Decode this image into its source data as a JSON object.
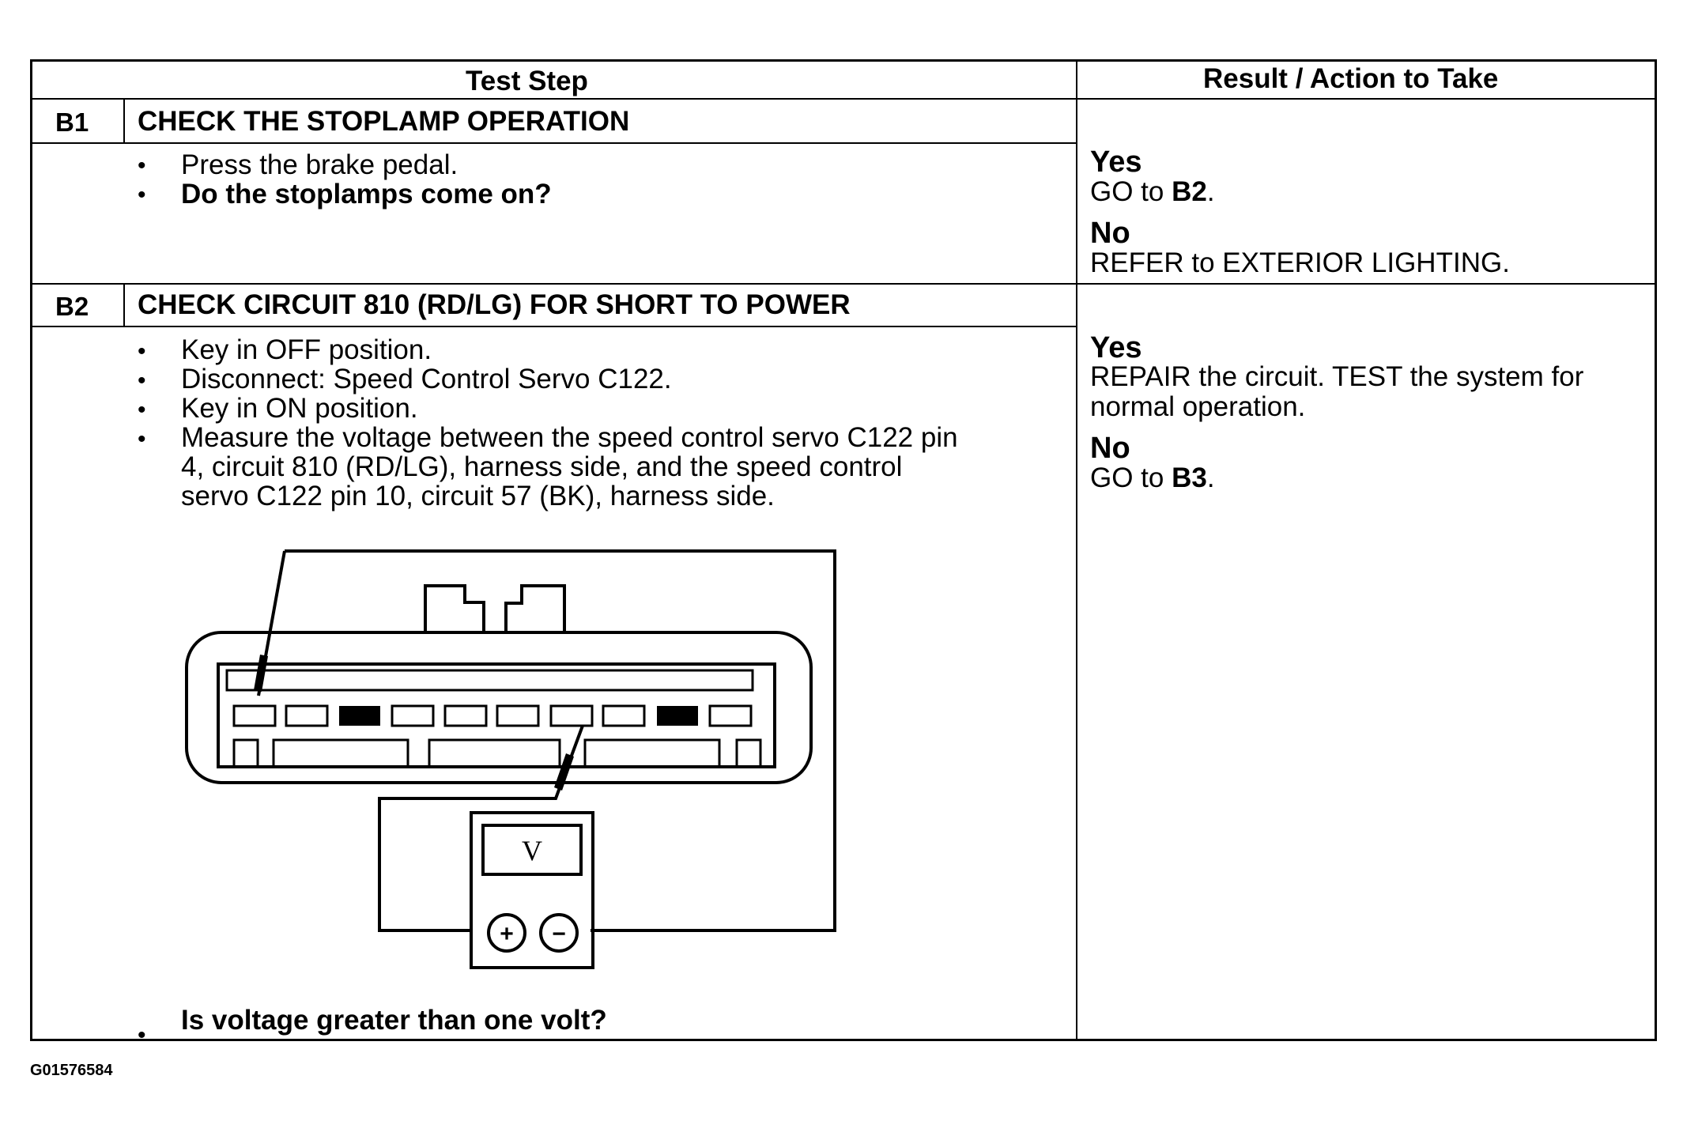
{
  "header": {
    "test_step": "Test Step",
    "result_action": "Result / Action to Take"
  },
  "steps": [
    {
      "code": "B1",
      "title": "CHECK THE STOPLAMP OPERATION",
      "bullets": [
        "Press the brake pedal.",
        "Do the stoplamps come on?"
      ],
      "results": [
        {
          "label": "Yes",
          "prefix": "GO to ",
          "ref": "B2",
          "suffix": "."
        },
        {
          "label": "No",
          "text": "REFER to EXTERIOR LIGHTING."
        }
      ]
    },
    {
      "code": "B2",
      "title": "CHECK CIRCUIT 810 (RD/LG) FOR SHORT TO POWER",
      "bullets": [
        "Key in OFF position.",
        "Disconnect: Speed Control Servo C122.",
        "Key in ON position.",
        "Measure the voltage between the speed control servo C122 pin",
        "4, circuit 810 (RD/LG), harness side, and the speed control",
        "servo C122 pin 10, circuit 57 (BK), harness side.",
        "Is voltage greater than one volt?"
      ],
      "results": [
        {
          "label": "Yes",
          "line1": "REPAIR the circuit. TEST the system for",
          "line2": "normal operation."
        },
        {
          "label": "No",
          "prefix": "GO to ",
          "ref": "B3",
          "suffix": "."
        }
      ]
    }
  ],
  "diagram": {
    "meter_symbol": "V",
    "plus": "+",
    "minus": "−"
  },
  "figure_id": "G01576584"
}
